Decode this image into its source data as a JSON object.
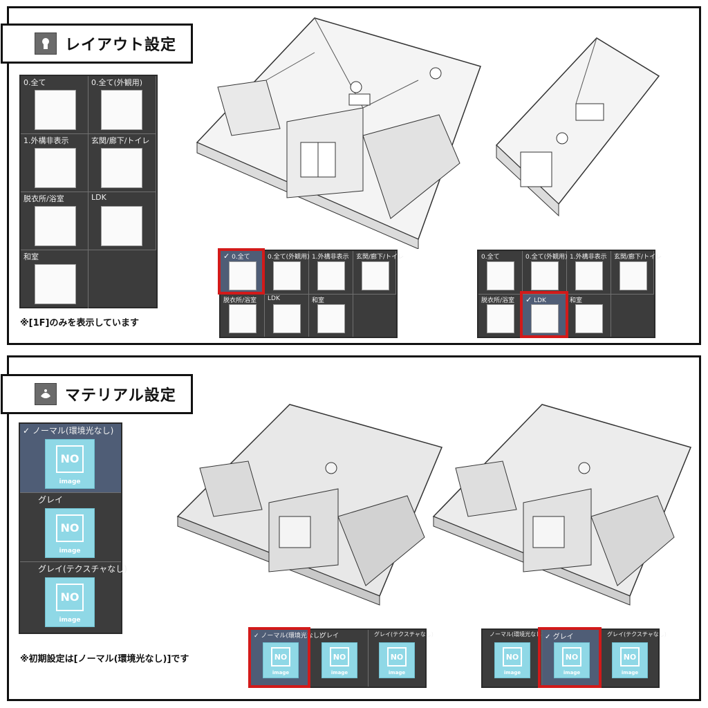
{
  "layout_section": {
    "title": "レイアウト設定",
    "icon": "hand-icon",
    "note": "※[1F]のみを表示しています",
    "left_palette": {
      "items": [
        {
          "label": "0.全て"
        },
        {
          "label": "0.全て(外観用)"
        },
        {
          "label": "1.外構非表示"
        },
        {
          "label": "玄関/廊下/トイレ"
        },
        {
          "label": "脱衣所/浴室"
        },
        {
          "label": "LDK"
        },
        {
          "label": "和室"
        }
      ]
    },
    "mid_palette": {
      "items": [
        {
          "label": "0.全て",
          "selected": true
        },
        {
          "label": "0.全て(外観用)"
        },
        {
          "label": "1.外構非表示"
        },
        {
          "label": "玄関/廊下/トイレ"
        },
        {
          "label": "脱衣所/浴室"
        },
        {
          "label": "LDK"
        },
        {
          "label": "和室"
        }
      ]
    },
    "right_palette": {
      "items": [
        {
          "label": "0.全て"
        },
        {
          "label": "0.全て(外観用)"
        },
        {
          "label": "1.外構非表示"
        },
        {
          "label": "玄関/廊下/トイレ"
        },
        {
          "label": "脱衣所/浴室"
        },
        {
          "label": "LDK",
          "selected": true
        },
        {
          "label": "和室"
        }
      ]
    },
    "check_mark": "✓"
  },
  "material_section": {
    "title": "マテリアル設定",
    "icon": "material-icon",
    "note": "※初期設定は[ノーマル(環境光なし)]です",
    "left_palette": {
      "items": [
        {
          "label": "ノーマル(環境光なし)",
          "selected": true
        },
        {
          "label": "グレイ"
        },
        {
          "label": "グレイ(テクスチャなし)"
        }
      ]
    },
    "mid_palette": {
      "items": [
        {
          "label": "ノーマル(環境光なし)",
          "selected": true
        },
        {
          "label": "グレイ"
        },
        {
          "label": "グレイ(テクスチャなし)"
        }
      ]
    },
    "right_palette": {
      "items": [
        {
          "label": "ノーマル(環境光なし)"
        },
        {
          "label": "グレイ",
          "selected": true
        },
        {
          "label": "グレイ(テクスチャなし)"
        }
      ]
    },
    "no_image": {
      "top": "NO",
      "bottom": "image"
    },
    "check_mark": "✓"
  },
  "colors": {
    "palette_bg": "#3c3c3c",
    "selected_bg": "#4f5d76",
    "highlight": "#d21a1a",
    "no_image_bg": "#8fd8e6"
  }
}
